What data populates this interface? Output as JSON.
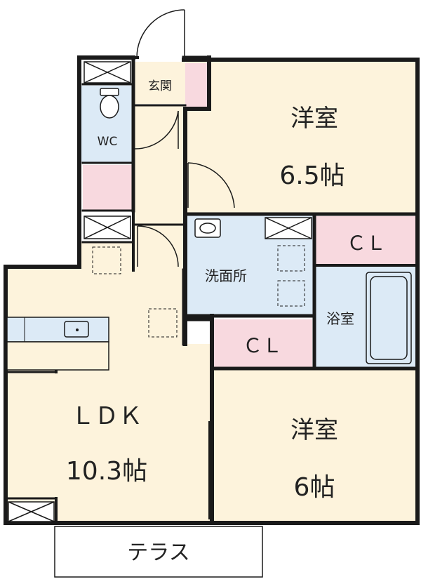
{
  "rooms": {
    "western_room_1": {
      "name": "洋室",
      "size": "6.5帖"
    },
    "western_room_2": {
      "name": "洋室",
      "size": "6帖"
    },
    "ldk": {
      "name": "ＬＤＫ",
      "size": "10.3帖"
    },
    "closet_1": {
      "name": "ＣＬ"
    },
    "closet_2": {
      "name": "ＣＬ"
    },
    "entrance": {
      "name": "玄関"
    },
    "toilet": {
      "name": "WC"
    },
    "washroom": {
      "name": "洗面所"
    },
    "bathroom": {
      "name": "浴室"
    },
    "terrace": {
      "name": "テラス"
    }
  },
  "colors": {
    "wall": "#1a1a1a",
    "room_floor": "#fdf3dc",
    "wet_area": "#dceaf6",
    "closet": "#f8d9df",
    "storage_x": "#ffffff",
    "terrace": "#ffffff"
  }
}
